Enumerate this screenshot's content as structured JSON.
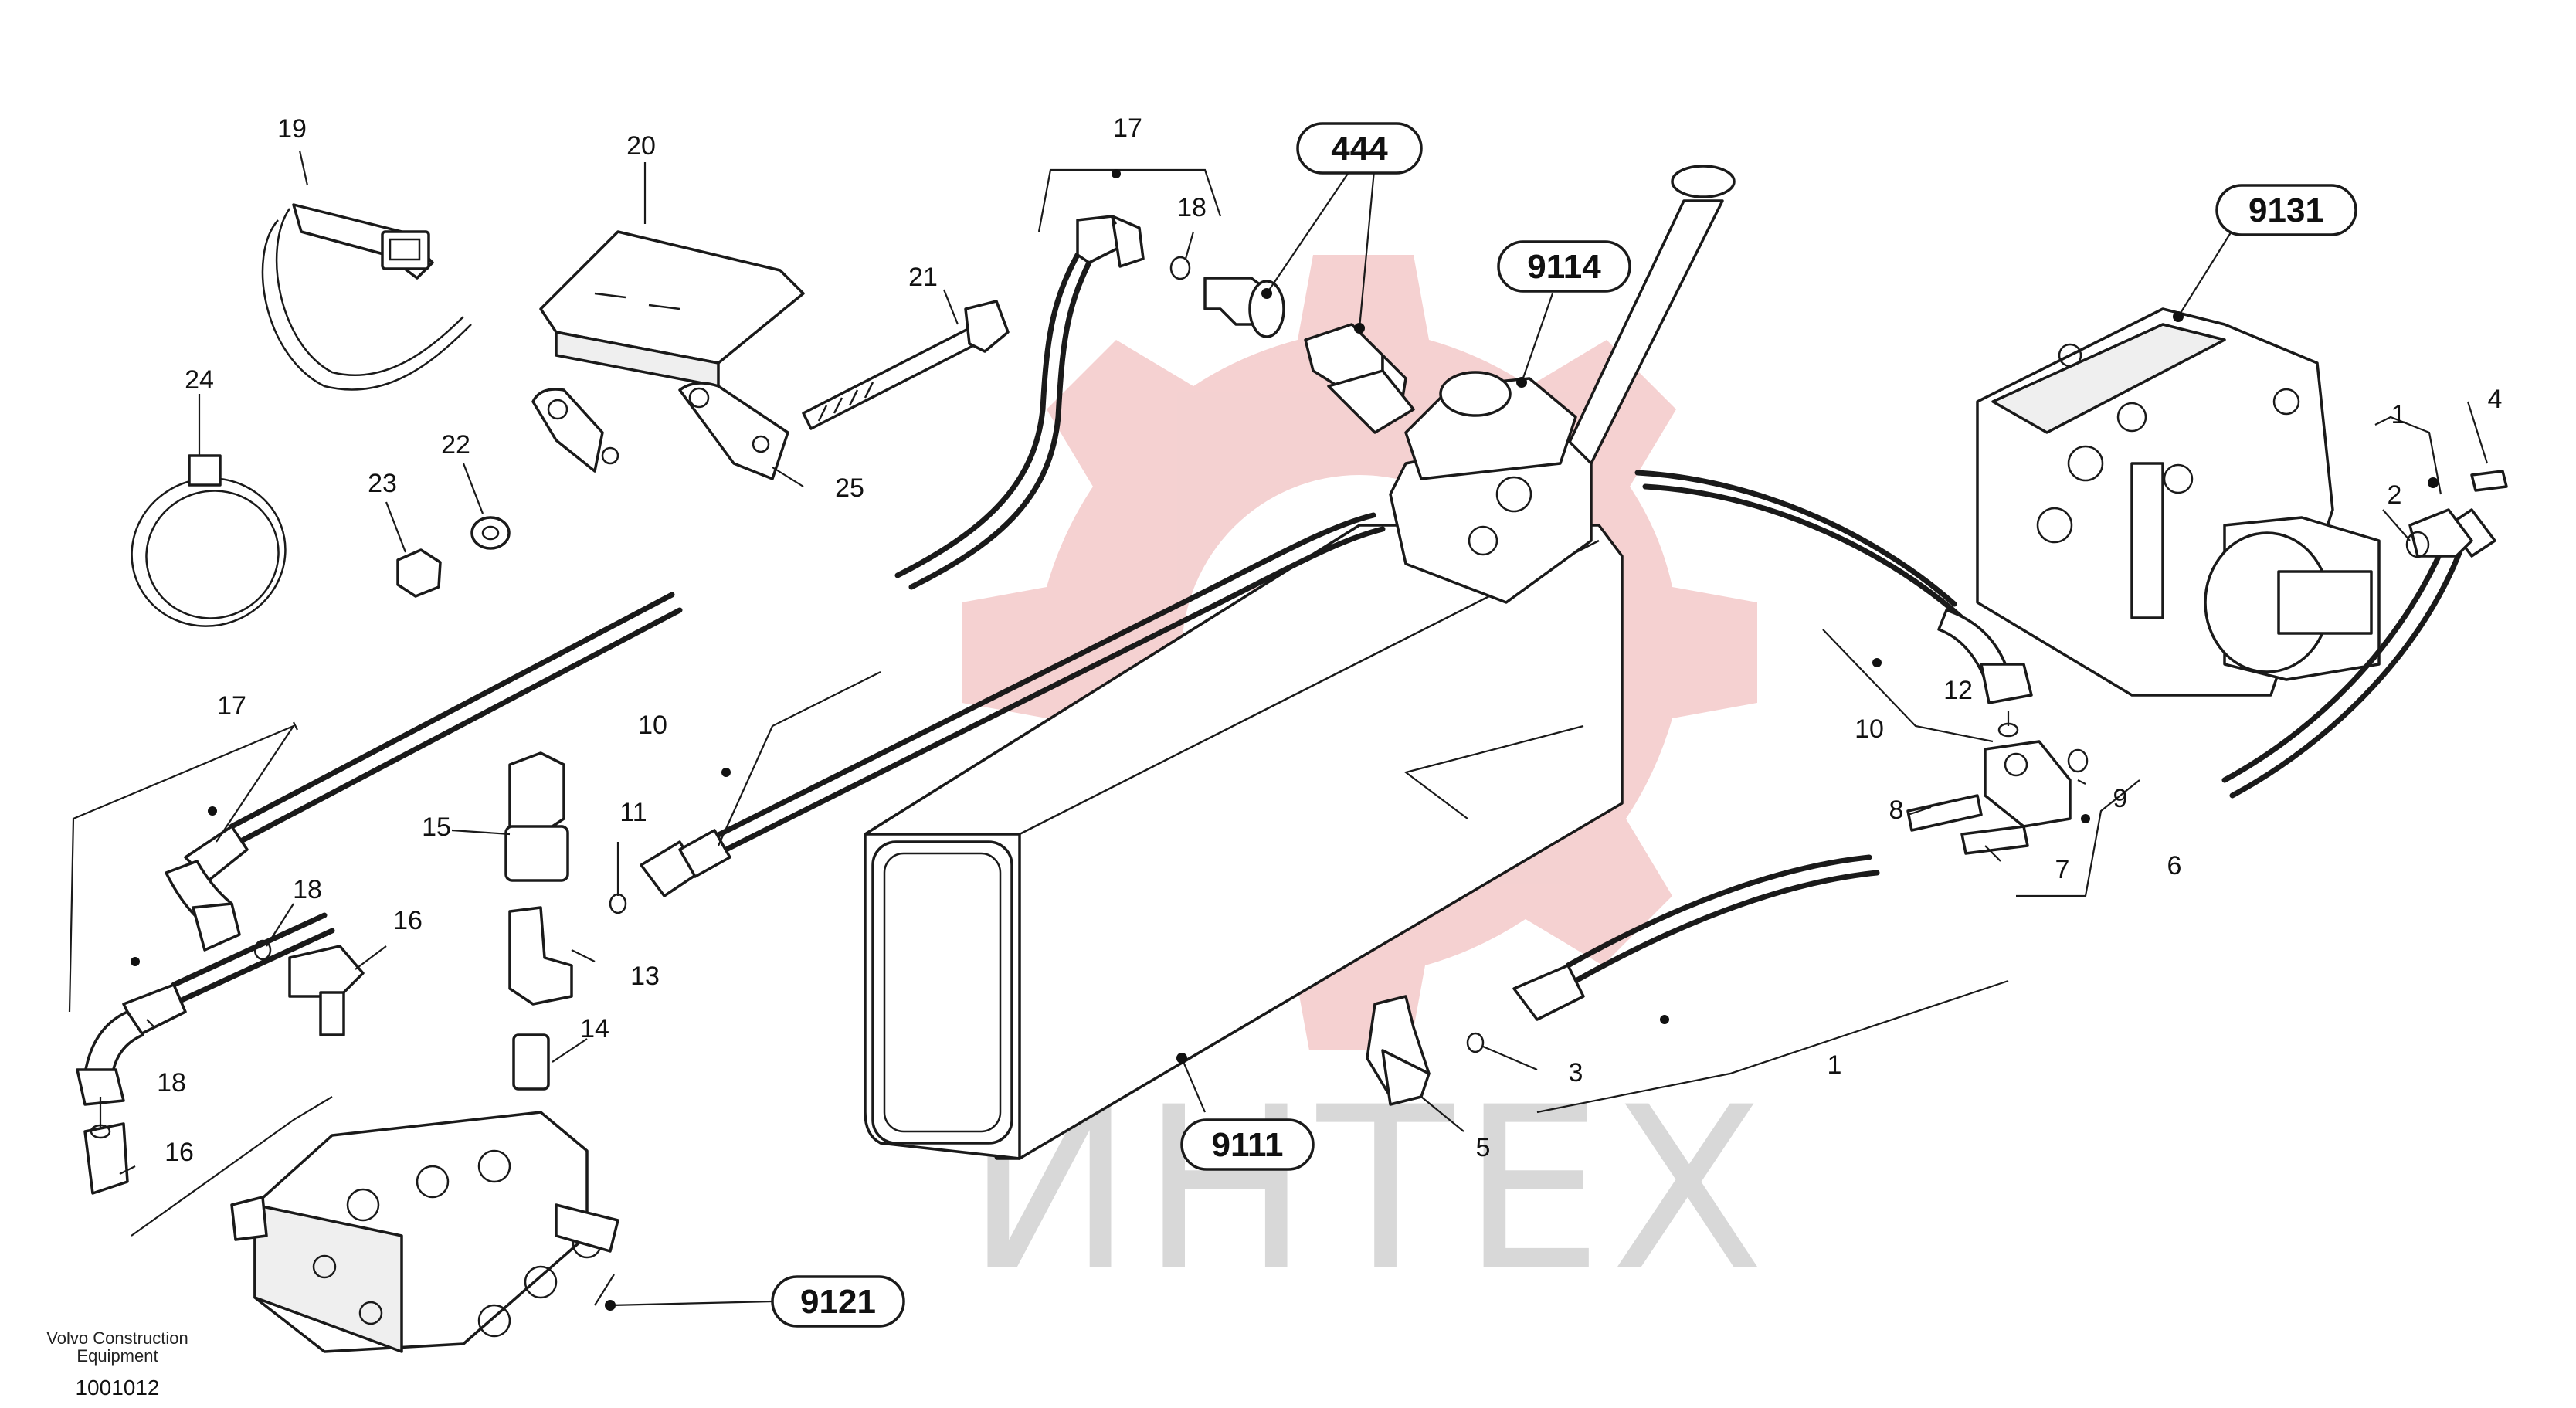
{
  "watermark": {
    "text": "ИНТЕХ",
    "gear_color": "#f3c9c9",
    "text_color": "#d8d8d8"
  },
  "footer": {
    "brand_line1": "Volvo Construction",
    "brand_line2": "Equipment",
    "drawing_number": "1001012"
  },
  "group_refs": {
    "r444": "444",
    "r9114": "9114",
    "r9131": "9131",
    "r9111": "9111",
    "r9121": "9121"
  },
  "callouts": {
    "c1a": "1",
    "c1b": "1",
    "c2": "2",
    "c3": "3",
    "c4": "4",
    "c5": "5",
    "c6": "6",
    "c7": "7",
    "c8": "8",
    "c9": "9",
    "c10a": "10",
    "c10b": "10",
    "c11": "11",
    "c12": "12",
    "c13": "13",
    "c14": "14",
    "c15": "15",
    "c16a": "16",
    "c16b": "16",
    "c17a": "17",
    "c17b": "17",
    "c18a": "18",
    "c18b": "18",
    "c18c": "18",
    "c19": "19",
    "c20": "20",
    "c21": "21",
    "c22": "22",
    "c23": "23",
    "c24": "24",
    "c25": "25"
  }
}
